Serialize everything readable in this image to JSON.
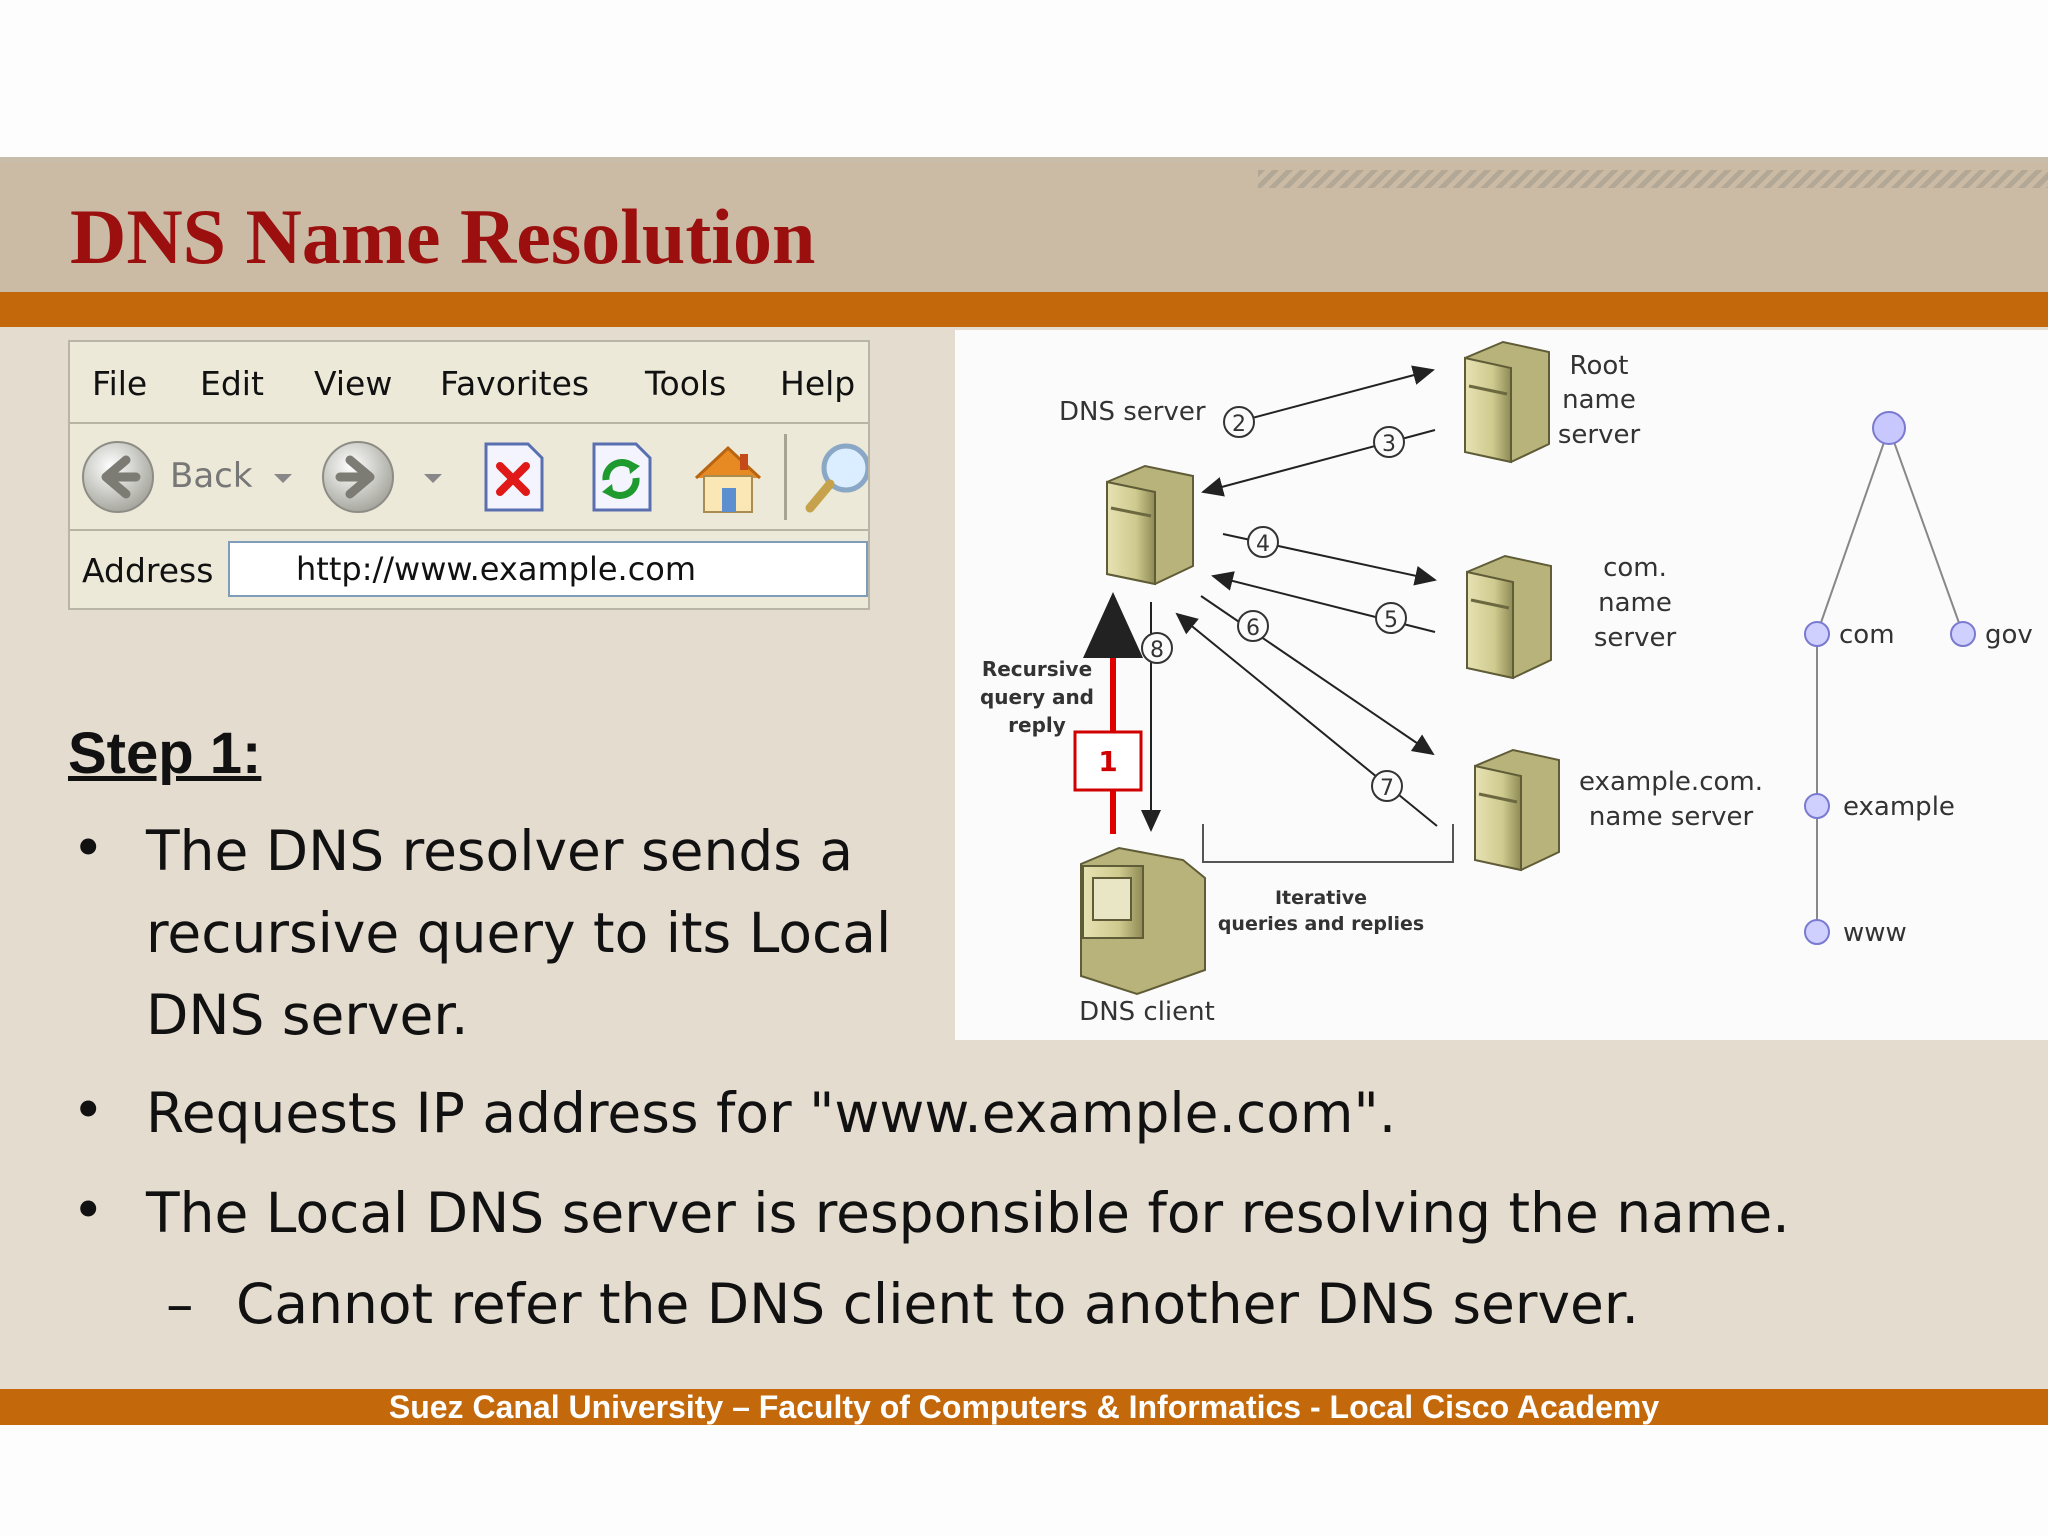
{
  "slide": {
    "title": "DNS Name Resolution",
    "footer": "Suez Canal University – Faculty of Computers & Informatics - Local Cisco Academy",
    "colors": {
      "title": "#9b0f0f",
      "accent_bar": "#c3690b",
      "header_bg": "#cbbba5",
      "content_bg": "#e5dcd0"
    }
  },
  "browser": {
    "menu": [
      "File",
      "Edit",
      "View",
      "Favorites",
      "Tools",
      "Help"
    ],
    "back_label": "Back",
    "address_label": "Address",
    "address_value": "http://www.example.com",
    "icons": [
      "back-arrow-icon",
      "dropdown-arrow-icon",
      "forward-arrow-icon",
      "stop-icon",
      "refresh-icon",
      "home-icon",
      "search-icon"
    ]
  },
  "step": {
    "heading": "Step 1:",
    "bullets": [
      "The DNS resolver sends a",
      "recursive query to its Local",
      "DNS server.",
      "Requests IP address for \"www.example.com\".",
      "The Local DNS server is responsible for resolving the name."
    ],
    "sub_bullet": "Cannot refer the DNS client to another DNS server.",
    "bullet_symbol": "•",
    "dash_symbol": "–"
  },
  "diagram": {
    "dns_server_label": "DNS server",
    "root_server_label": [
      "Root",
      "name",
      "server"
    ],
    "com_server_label": [
      "com.",
      "name",
      "server"
    ],
    "example_server_label": [
      "example.com.",
      "name server"
    ],
    "client_label": "DNS client",
    "recursive_label": [
      "Recursive",
      "query and",
      "reply"
    ],
    "iterative_label": [
      "Iterative",
      "queries and replies"
    ],
    "step_numbers": [
      "2",
      "3",
      "4",
      "5",
      "6",
      "7",
      "8"
    ],
    "highlight_box": "1",
    "tree_nodes": [
      "com",
      "gov",
      "example",
      "www"
    ]
  }
}
